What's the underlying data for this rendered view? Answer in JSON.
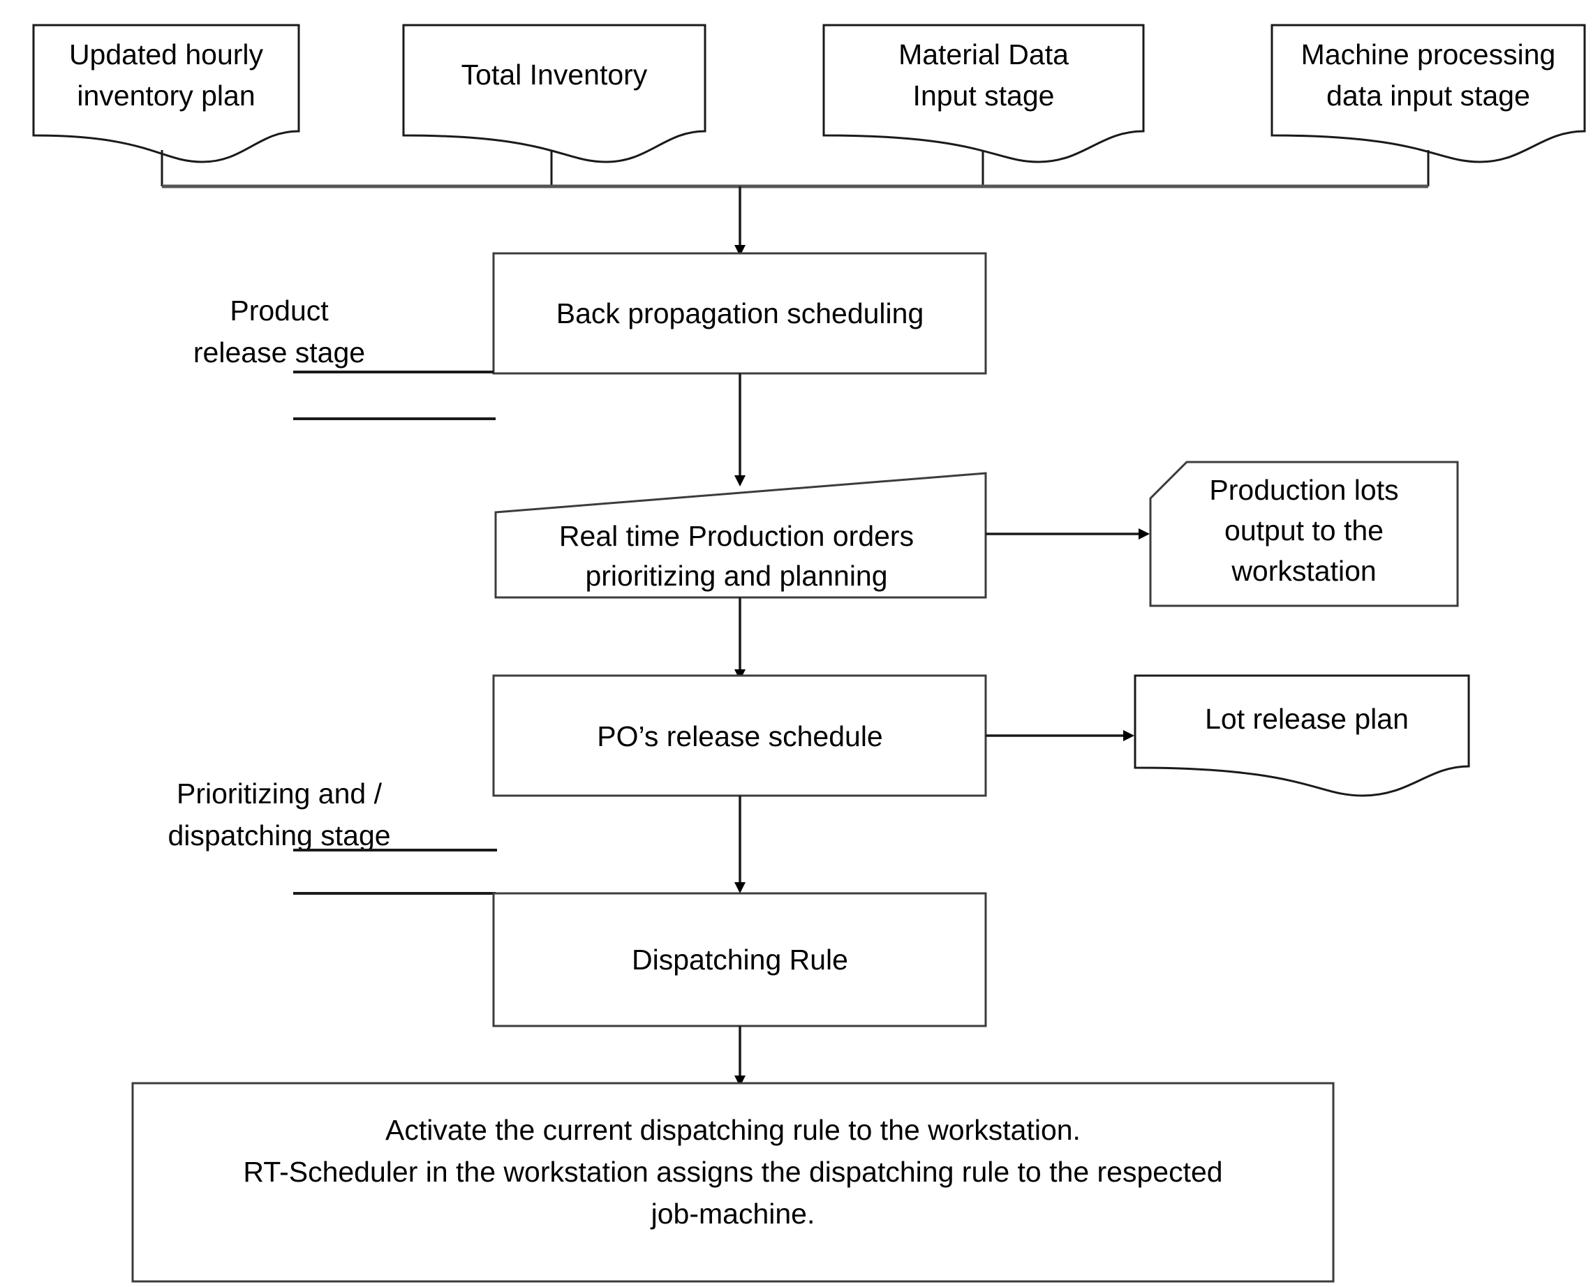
{
  "diagram": {
    "title": "Real-time scheduling flowchart",
    "background_color": "#ffffff",
    "line_color": "#1a1a1a"
  },
  "inputs": [
    {
      "id": "updated-hourly-inventory-plan",
      "line1": "Updated hourly",
      "line2": "inventory plan",
      "shape": "document"
    },
    {
      "id": "total-inventory",
      "line1": "Total Inventory",
      "line2": "",
      "shape": "document"
    },
    {
      "id": "material-data-input-stage",
      "line1": "Material Data",
      "line2": "Input stage",
      "shape": "document"
    },
    {
      "id": "machine-processing-data-input-stage",
      "line1": "Machine processing",
      "line2": "data input stage",
      "shape": "document"
    }
  ],
  "process": {
    "back_propagation": {
      "label": "Back propagation scheduling",
      "shape": "rectangle"
    },
    "real_time_orders": {
      "line1": "Real time Production orders",
      "line2": "prioritizing and planning",
      "shape": "trapezoid"
    },
    "po_release_schedule": {
      "label": "PO’s release schedule",
      "shape": "rectangle"
    },
    "dispatching_rule": {
      "label": "Dispatching Rule",
      "shape": "rectangle"
    }
  },
  "outputs": {
    "production_lots": {
      "line1": "Production lots",
      "line2": "output to the",
      "line3": "workstation",
      "shape": "clipped-corner-rectangle"
    },
    "lot_release_plan": {
      "label": "Lot release plan",
      "shape": "document"
    }
  },
  "stages": {
    "product_release": {
      "line1": "Product",
      "line2": "release stage"
    },
    "prioritizing_dispatching": {
      "line1": "Prioritizing and /",
      "line2": "dispatching stage"
    }
  },
  "final_action": {
    "line1": "Activate the current dispatching rule to the workstation.",
    "line2": "RT-Scheduler in the workstation assigns the dispatching rule to the respected",
    "line3": "job-machine."
  }
}
